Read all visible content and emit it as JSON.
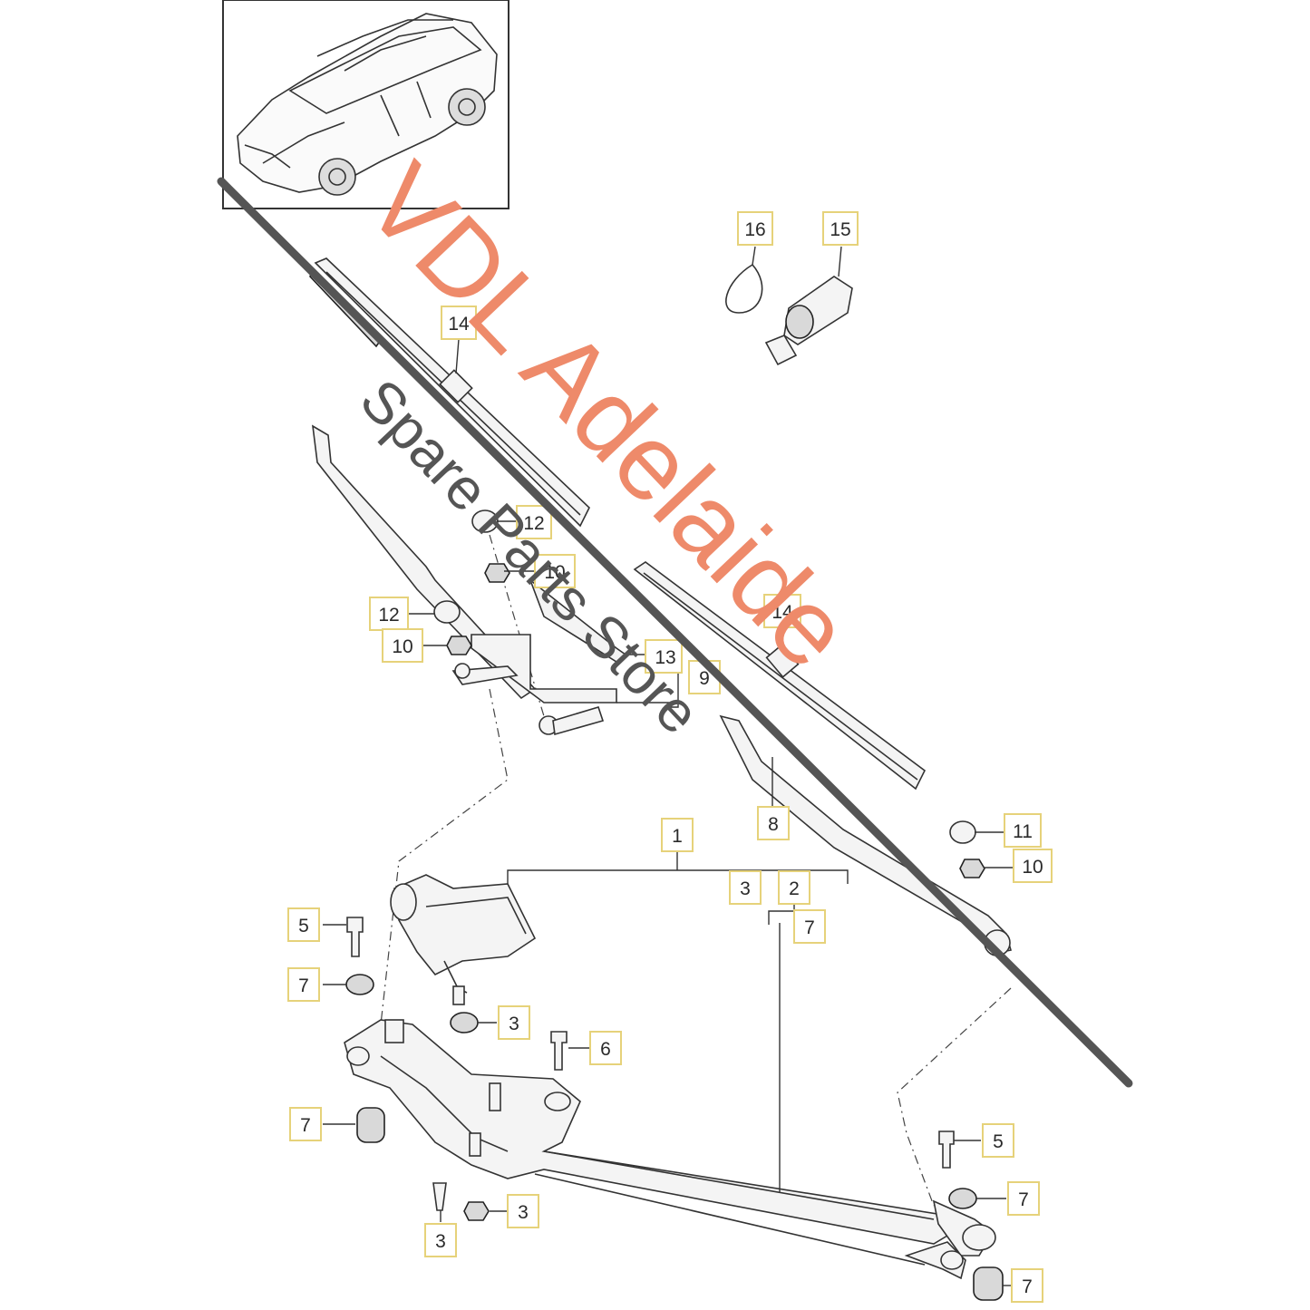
{
  "watermark": {
    "main": "VDL Adelaide",
    "sub": "Spare Parts Store"
  },
  "callouts": {
    "c16": "16",
    "c15": "15",
    "c14a": "14",
    "c14b": "14",
    "c12a": "12",
    "c12b": "12",
    "c10a": "10",
    "c10b": "10",
    "c10c": "10",
    "c13": "13",
    "c9": "9",
    "c8": "8",
    "c11": "11",
    "c1": "1",
    "c3a": "3",
    "c2": "2",
    "c7a": "7",
    "c5a": "5",
    "c7b": "7",
    "c3b": "3",
    "c6": "6",
    "c7c": "7",
    "c5b": "5",
    "c7d": "7",
    "c3c": "3",
    "c3d": "3",
    "c7e": "7"
  },
  "colors": {
    "callout_border": "#e6d27a",
    "watermark_main": "#ee8a6a",
    "watermark_sub": "#555555",
    "watermark_strike": "#555555"
  },
  "icons": {
    "vehicle": "suv-vehicle-icon"
  }
}
